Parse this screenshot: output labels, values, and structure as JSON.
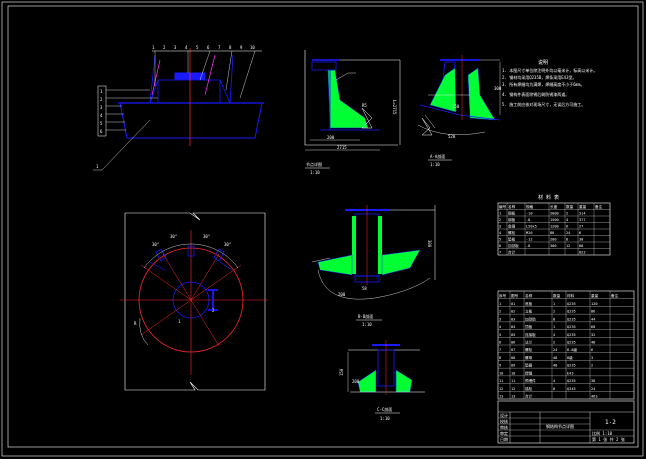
{
  "drawing": {
    "background": "#000000",
    "colors": {
      "outline": "#ffffff",
      "section": "#1a1aff",
      "centerline": "#ff2a2a",
      "weld": "#00ff33",
      "accent": "#ff33ff",
      "dimension": "#ffffff"
    }
  },
  "elevation_view": {
    "callouts_top": [
      "1",
      "2",
      "3",
      "4",
      "5",
      "6",
      "7",
      "8",
      "9",
      "10"
    ],
    "callouts_left": [
      "1",
      "2",
      "3",
      "4",
      "5",
      "6"
    ],
    "callout_bottom": "1"
  },
  "detail_a": {
    "dims": [
      "200",
      "2715",
      "R5"
    ],
    "label": "节点详图",
    "scale": "1:10"
  },
  "detail_b": {
    "dims": [
      "300",
      "150",
      "520"
    ],
    "label": "A-A剖面",
    "scale": "1:10"
  },
  "notes": {
    "title": "说明",
    "lines": [
      "1. 本图尺寸单位除注明外均以毫米计，标高以米计。",
      "2. 钢材均采用Q235B，焊条采用E43型。",
      "3. 所有焊缝均为满焊，焊缝高度不小于6mm。",
      "4. 钢构件表面除锈后刷防锈漆两道。",
      "5. 施工前应核对现场尺寸，无误后方可施工。"
    ]
  },
  "plan_view": {
    "angles": [
      "30°",
      "30°",
      "30°",
      "30°"
    ],
    "radius": "R",
    "marks": [
      "1",
      "2"
    ]
  },
  "detail_c": {
    "dims": [
      "200",
      "58",
      "300"
    ],
    "label": "B-B剖面",
    "scale": "1:10"
  },
  "detail_d": {
    "dims": [
      "150",
      "200"
    ],
    "label": "C-C剖面",
    "scale": "1:10"
  },
  "table1": {
    "title": "材 料 表",
    "headers": [
      "编号",
      "名称",
      "规格",
      "长度",
      "数量",
      "重量",
      "备注"
    ],
    "rows": [
      [
        "1",
        "钢板",
        "-10",
        "2000",
        "2",
        "314",
        ""
      ],
      [
        "2",
        "钢板",
        "-8",
        "1500",
        "4",
        "377",
        ""
      ],
      [
        "3",
        "角钢",
        "L50x5",
        "1200",
        "6",
        "27",
        ""
      ],
      [
        "4",
        "螺栓",
        "M20",
        "80",
        "24",
        "6",
        ""
      ],
      [
        "5",
        "垫板",
        "-12",
        "200",
        "8",
        "30",
        ""
      ],
      [
        "6",
        "加劲板",
        "-8",
        "300",
        "12",
        "68",
        ""
      ],
      [
        "7",
        "合计",
        "",
        "",
        "",
        "822",
        ""
      ]
    ]
  },
  "table2": {
    "headers": [
      "序号",
      "图号",
      "名称",
      "数量",
      "材料",
      "重量",
      "备注"
    ],
    "rows": [
      [
        "1",
        "01",
        "底板",
        "1",
        "Q235",
        "120",
        ""
      ],
      [
        "2",
        "02",
        "立板",
        "2",
        "Q235",
        "86",
        ""
      ],
      [
        "3",
        "03",
        "加劲肋",
        "8",
        "Q235",
        "44",
        ""
      ],
      [
        "4",
        "04",
        "顶板",
        "1",
        "Q235",
        "60",
        ""
      ],
      [
        "5",
        "05",
        "连接板",
        "4",
        "Q235",
        "32",
        ""
      ],
      [
        "6",
        "06",
        "法兰",
        "2",
        "Q235",
        "48",
        ""
      ],
      [
        "7",
        "07",
        "螺栓",
        "24",
        "8.8级",
        "6",
        ""
      ],
      [
        "8",
        "08",
        "螺母",
        "48",
        "8级",
        "3",
        ""
      ],
      [
        "9",
        "09",
        "垫圈",
        "48",
        "Q235",
        "2",
        ""
      ],
      [
        "10",
        "10",
        "焊缝",
        "",
        "E43",
        "",
        ""
      ],
      [
        "11",
        "11",
        "预埋件",
        "4",
        "Q235",
        "38",
        ""
      ],
      [
        "12",
        "12",
        "锚栓",
        "8",
        "Q345",
        "24",
        ""
      ],
      [
        "13",
        "13",
        "合计",
        "",
        "",
        "463",
        ""
      ]
    ]
  },
  "title_block": {
    "project": "钢结构节点详图",
    "drawing_no": "1-2",
    "row_labels": [
      "设计",
      "校核",
      "审核",
      "审定",
      "日期"
    ],
    "scale": "比例 1:10",
    "sheet": "第 1 张 共 2 张"
  }
}
